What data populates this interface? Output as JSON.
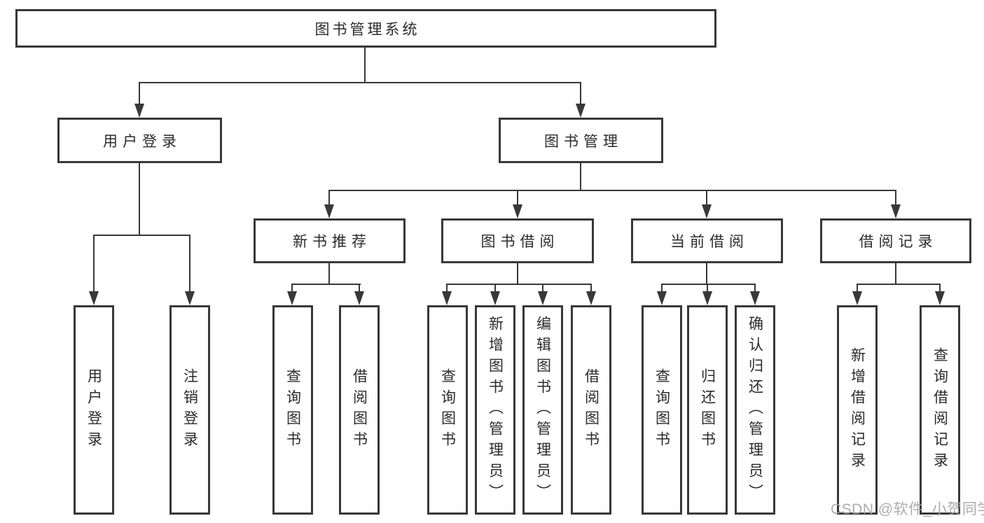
{
  "title": {
    "label": "图书管理系统"
  },
  "level2": [
    {
      "label": "用户登录"
    },
    {
      "label": "图书管理"
    }
  ],
  "level3": [
    {
      "label": "新书推荐"
    },
    {
      "label": "图书借阅"
    },
    {
      "label": "当前借阅"
    },
    {
      "label": "借阅记录"
    }
  ],
  "leaves": [
    {
      "label": "用户登录"
    },
    {
      "label": "注销登录"
    },
    {
      "label": "查询图书"
    },
    {
      "label": "借阅图书"
    },
    {
      "label": "查询图书"
    },
    {
      "label": "新增图书（管理员）"
    },
    {
      "label": "编辑图书（管理员）"
    },
    {
      "label": "借阅图书"
    },
    {
      "label": "查询图书"
    },
    {
      "label": "归还图书"
    },
    {
      "label": "确认归还（管理员）"
    },
    {
      "label": "新增借阅记录"
    },
    {
      "label": "查询借阅记录"
    }
  ],
  "watermark": {
    "label": "CSDN @软件_小贺同学"
  },
  "colors": {
    "line": "#383838",
    "text": "#2b2b2b",
    "watermark": "#a3a3a3",
    "background": "#ffffff"
  }
}
